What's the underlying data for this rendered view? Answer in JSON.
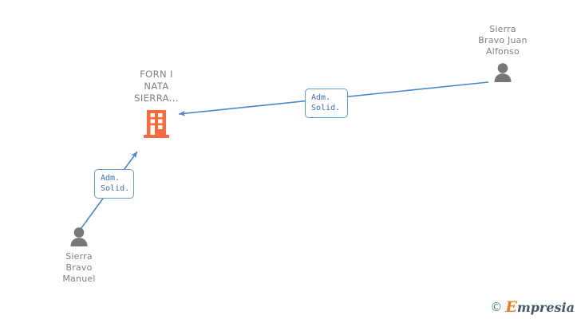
{
  "diagram": {
    "background_color": "#ffffff",
    "edge_color": "#4a86d0",
    "company_color": "#f96a3c",
    "person_color": "#777777",
    "text_color": "#808080",
    "label_border_color": "#5a9bd8",
    "label_text_color": "#3a6fb0",
    "nodes": [
      {
        "id": "company",
        "type": "company",
        "icon": "building-icon",
        "label": "FORN I\nNATA\nSIERRA...",
        "label_position": "above"
      },
      {
        "id": "person-top",
        "type": "person",
        "icon": "person-icon",
        "label": "Sierra\nBravo Juan\nAlfonso",
        "label_position": "above"
      },
      {
        "id": "person-bottom",
        "type": "person",
        "icon": "person-icon",
        "label": "Sierra\nBravo\nManuel",
        "label_position": "below"
      }
    ],
    "edges": [
      {
        "id": "edge-top",
        "from": "person-top",
        "to": "company",
        "label": "Adm.\nSolid.",
        "arrow": "to"
      },
      {
        "id": "edge-bottom",
        "from": "person-bottom",
        "to": "company",
        "label": "Adm.\nSolid.",
        "arrow": "to"
      }
    ]
  },
  "watermark": {
    "copyright": "©",
    "brand_initial": "E",
    "brand_rest": "mpresia"
  }
}
